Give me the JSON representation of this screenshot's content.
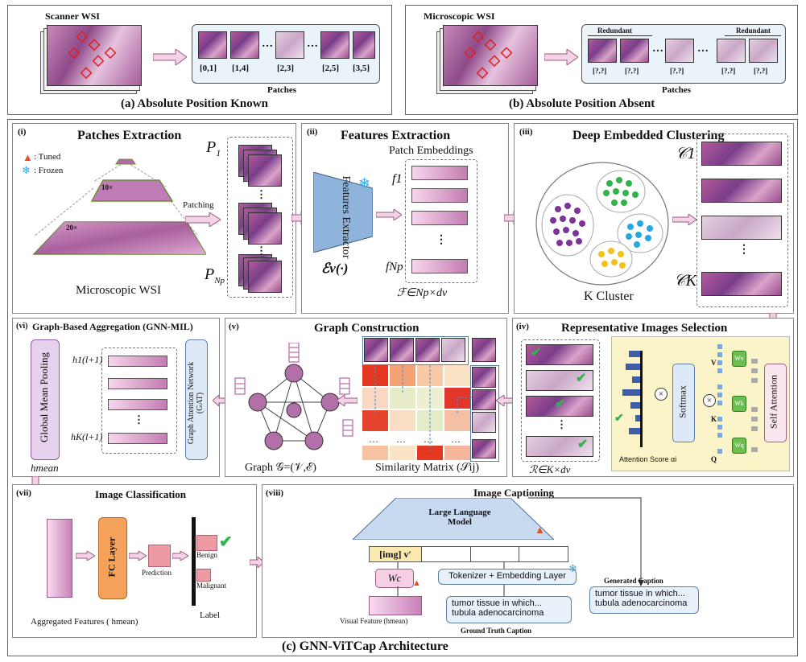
{
  "top_a": {
    "wsi_label": "Scanner WSI",
    "patch_labels": [
      "[0,1]",
      "[1,4]",
      "[2,3]",
      "[2,5]",
      "[3,5]"
    ],
    "patches_label": "Patches",
    "title": "(a) Absolute Position Known"
  },
  "top_b": {
    "wsi_label": "Microscopic WSI",
    "redundant_label": "Redundant",
    "patch_label": "[?,?]",
    "patches_label": "Patches",
    "title": "(b) Absolute Position Absent"
  },
  "s1": {
    "title": "Patches Extraction",
    "num": "(i)",
    "legend_tuned": ": Tuned",
    "legend_frozen": ": Frozen",
    "zoom_10": "10×",
    "zoom_20": "20×",
    "patching": "Patching",
    "p1": "P",
    "p1_sub": "1",
    "pn": "P",
    "pn_sub": "Np",
    "wsi": "Microscopic WSI"
  },
  "s2": {
    "num": "(ii)",
    "title": "Features Extraction",
    "subtitle": "Patch Embeddings",
    "extractor": "Features Extractor",
    "ev": "ℰv(·)",
    "f1": "f1",
    "fn": "fNp",
    "fmat": "ℱ∈Np×dv"
  },
  "s3": {
    "num": "(iii)",
    "title": "Deep Embedded Clustering",
    "c1": "𝒞1",
    "ck": "𝒞K",
    "k_cluster": "K Cluster"
  },
  "s4": {
    "num": "(iv)",
    "title": "Representative Images Selection",
    "softmax": "Softmax",
    "self_attention": "Self Attention",
    "attention_score": "Attention Score αi",
    "wv": "Wv",
    "wk": "Wk",
    "wq": "Wq",
    "v": "V",
    "k": "K",
    "q": "Q",
    "rmat": "ℛ∈K×dv"
  },
  "s5": {
    "num": "(v)",
    "title": "Graph Construction",
    "graph": "Graph 𝒢=(𝒱,ℰ)",
    "sim": "Similarity Matrix (𝒮ij)"
  },
  "s6": {
    "num": "(vi)",
    "title": "Graph-Based Aggregation (GNN-MIL)",
    "gmp": "Global Mean Pooling",
    "gat": "Graph Attention Network (GAT)",
    "h1": "h1(l+1)",
    "hk": "hK(l+1)",
    "hmean": "hmean"
  },
  "s7": {
    "num": "(vii)",
    "title": "Image Classification",
    "fc": "FC Layer",
    "prediction": "Prediction",
    "benign": "Benign",
    "malignant": "Malignant",
    "label": "Label",
    "agg": "Aggregated Features ( hmean)"
  },
  "s8": {
    "num": "(viii)",
    "title": "Image Captioning",
    "llm": "Large Language Model",
    "img_token": "[img] v′",
    "wc": "Wc",
    "tokenizer": "Tokenizer + Embedding Layer",
    "gt_text": "tumor tissue in which... tubula adenocarcinoma",
    "gt_label": "Ground Truth Caption",
    "visual": "Visual Feature (hmean)",
    "gen_label": "Generated Caption",
    "gen_text": "tumor tissue in which... tubula adenocarcinoma"
  },
  "main_title": "(c) GNN-ViTCap Architecture"
}
